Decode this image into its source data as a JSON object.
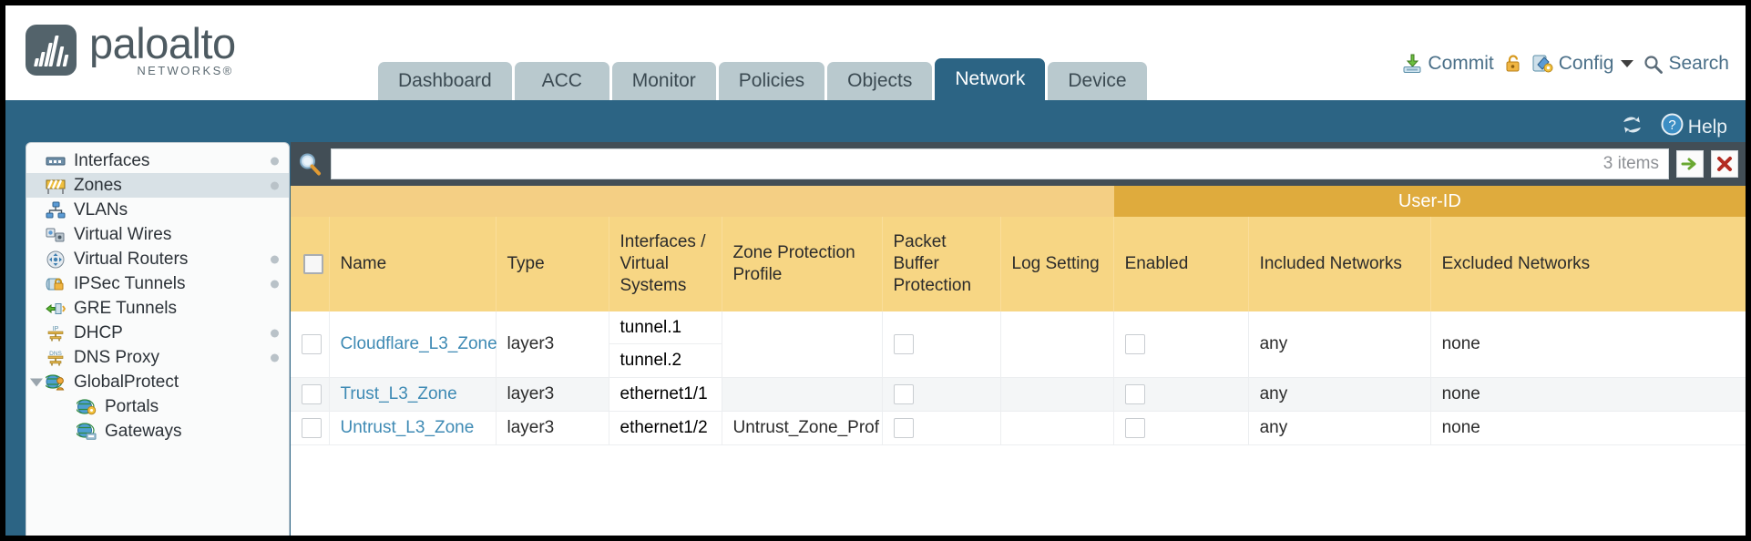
{
  "brand": {
    "name": "paloalto",
    "sub": "NETWORKS",
    "reg": "®"
  },
  "tabs": [
    {
      "label": "Dashboard",
      "active": false
    },
    {
      "label": "ACC",
      "active": false
    },
    {
      "label": "Monitor",
      "active": false
    },
    {
      "label": "Policies",
      "active": false
    },
    {
      "label": "Objects",
      "active": false
    },
    {
      "label": "Network",
      "active": true
    },
    {
      "label": "Device",
      "active": false
    }
  ],
  "header_actions": {
    "commit": "Commit",
    "config": "Config",
    "search": "Search",
    "lock_icon": "padlock-icon",
    "commit_icon": "commit-icon",
    "config_icon": "config-wrench-icon",
    "search_icon": "search-icon",
    "caret_icon": "chevron-down-icon"
  },
  "blueband": {
    "refresh_icon": "refresh-icon",
    "help_label": "Help",
    "help_icon": "help-circle-icon"
  },
  "sidebar": {
    "items": [
      {
        "label": "Interfaces",
        "icon": "interfaces-icon",
        "selected": false,
        "dot": true,
        "child": false,
        "expander": false
      },
      {
        "label": "Zones",
        "icon": "zones-icon",
        "selected": true,
        "dot": true,
        "child": false,
        "expander": false
      },
      {
        "label": "VLANs",
        "icon": "vlans-icon",
        "selected": false,
        "dot": false,
        "child": false,
        "expander": false
      },
      {
        "label": "Virtual Wires",
        "icon": "virtual-wires-icon",
        "selected": false,
        "dot": false,
        "child": false,
        "expander": false
      },
      {
        "label": "Virtual Routers",
        "icon": "virtual-routers-icon",
        "selected": false,
        "dot": true,
        "child": false,
        "expander": false
      },
      {
        "label": "IPSec Tunnels",
        "icon": "ipsec-tunnels-icon",
        "selected": false,
        "dot": true,
        "child": false,
        "expander": false
      },
      {
        "label": "GRE Tunnels",
        "icon": "gre-tunnels-icon",
        "selected": false,
        "dot": false,
        "child": false,
        "expander": false
      },
      {
        "label": "DHCP",
        "icon": "dhcp-icon",
        "selected": false,
        "dot": true,
        "child": false,
        "expander": false
      },
      {
        "label": "DNS Proxy",
        "icon": "dns-proxy-icon",
        "selected": false,
        "dot": true,
        "child": false,
        "expander": false
      },
      {
        "label": "GlobalProtect",
        "icon": "globalprotect-icon",
        "selected": false,
        "dot": false,
        "child": false,
        "expander": true
      },
      {
        "label": "Portals",
        "icon": "portals-icon",
        "selected": false,
        "dot": false,
        "child": true,
        "expander": false
      },
      {
        "label": "Gateways",
        "icon": "gateways-icon",
        "selected": false,
        "dot": false,
        "child": true,
        "expander": false
      }
    ]
  },
  "search": {
    "value": "",
    "placeholder": "",
    "items_count": "3 items",
    "go_icon": "arrow-right-icon",
    "clear_icon": "close-x-icon",
    "magnifier_icon": "magnifier-icon"
  },
  "table": {
    "group_header": "User-ID",
    "columns": [
      "Name",
      "Type",
      "Interfaces / Virtual Systems",
      "Zone Protection Profile",
      "Packet Buffer Protection",
      "Log Setting",
      "Enabled",
      "Included Networks",
      "Excluded Networks"
    ],
    "rows": [
      {
        "selected": false,
        "name": "Cloudflare_L3_Zone",
        "type": "layer3",
        "interfaces": [
          "tunnel.1",
          "tunnel.2"
        ],
        "zone_protection_profile": "",
        "packet_buffer_protection": false,
        "log_setting": "",
        "userid_enabled": false,
        "included_networks": "any",
        "excluded_networks": "none"
      },
      {
        "selected": false,
        "name": "Trust_L3_Zone",
        "type": "layer3",
        "interfaces": [
          "ethernet1/1"
        ],
        "zone_protection_profile": "",
        "packet_buffer_protection": false,
        "log_setting": "",
        "userid_enabled": false,
        "included_networks": "any",
        "excluded_networks": "none"
      },
      {
        "selected": false,
        "name": "Untrust_L3_Zone",
        "type": "layer3",
        "interfaces": [
          "ethernet1/2"
        ],
        "zone_protection_profile": "Untrust_Zone_Prof",
        "packet_buffer_protection": false,
        "log_setting": "",
        "userid_enabled": false,
        "included_networks": "any",
        "excluded_networks": "none"
      }
    ]
  },
  "colors": {
    "brand_blue": "#2c6484",
    "tab_inactive": "#b9c9ce",
    "table_header": "#f7d684",
    "group_header": "#dfab3d",
    "link": "#3e8ab4",
    "panel_dark": "#424e56"
  }
}
